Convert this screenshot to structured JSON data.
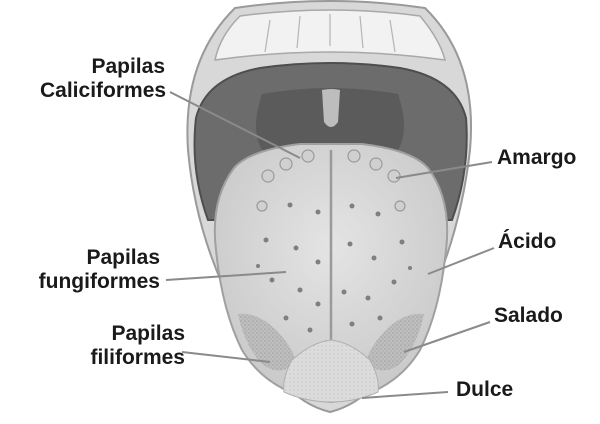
{
  "labels": {
    "caliciformes": {
      "line1": "Papilas",
      "line2": "Caliciformes"
    },
    "fungiformes": {
      "line1": "Papilas",
      "line2": "fungiformes"
    },
    "filiformes": {
      "line1": "Papilas",
      "line2": "filiformes"
    },
    "amargo": "Amargo",
    "acido": "Ácido",
    "salado": "Salado",
    "dulce": "Dulce"
  }
}
